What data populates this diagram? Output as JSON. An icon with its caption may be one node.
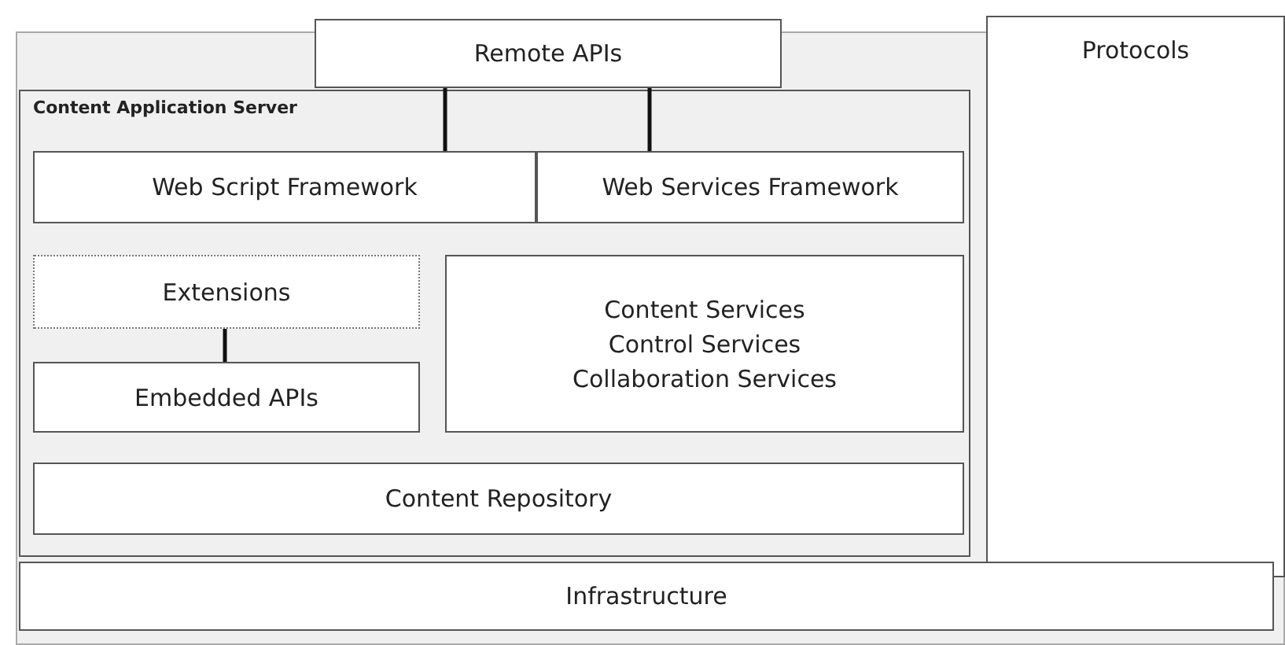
{
  "diagram": {
    "nodes": [
      {
        "text": [
          "Remote APIs"
        ]
      },
      {
        "text": [
          "Protocols"
        ]
      },
      {
        "text": [
          "Content Application Server"
        ]
      },
      {
        "text": [
          "Web Script Framework"
        ],
        "in": 2
      },
      {
        "text": [
          "Web Services Framework"
        ],
        "in": 2
      },
      {
        "text": [
          "Extensions"
        ],
        "in": 2
      },
      {
        "text": [
          "Embedded APIs"
        ],
        "in": 2
      },
      {
        "text": [
          "Content Services",
          "Control Services",
          "Collaboration Services"
        ],
        "in": 2
      },
      {
        "text": [
          "Content Repository"
        ],
        "in": 2
      },
      {
        "text": [
          "Infrastructure"
        ]
      }
    ],
    "edges": [
      {
        "from": 0,
        "to": 3,
        "arrow": "none"
      },
      {
        "from": 0,
        "to": 4,
        "arrow": "none"
      },
      {
        "from": 5,
        "to": 6,
        "arrow": "none"
      }
    ]
  }
}
